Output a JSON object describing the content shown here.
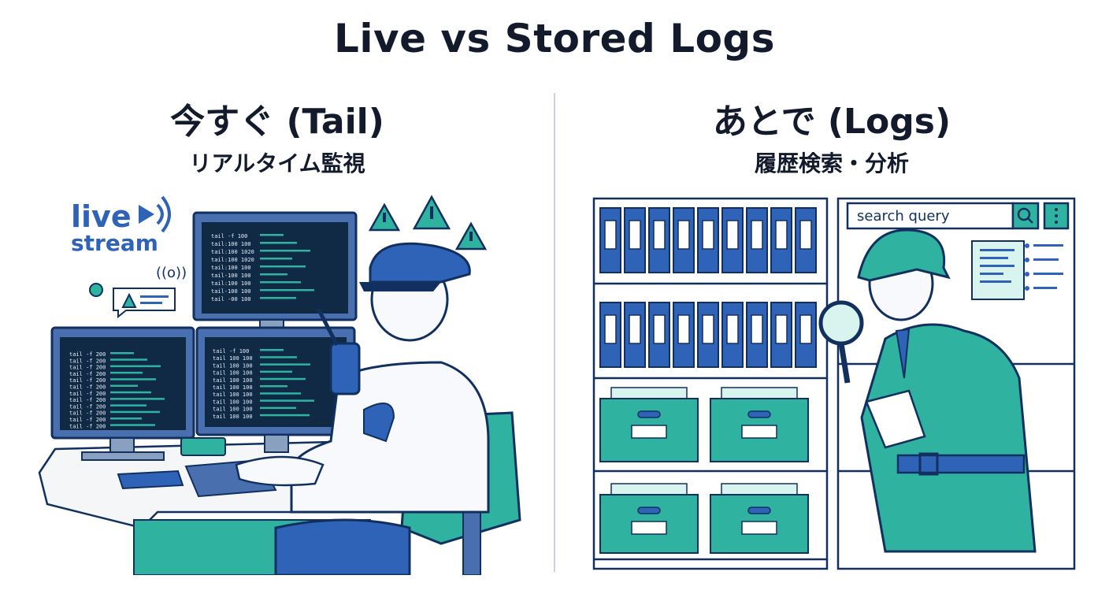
{
  "title": "Live vs Stored Logs",
  "left": {
    "heading": "今すぐ (Tail)",
    "subheading": "リアルタイム監視",
    "badge_line1": "live",
    "badge_line2": "stream",
    "terminal_top_lines": [
      "tail -f 100",
      "tail:100 100",
      "tail:100 1020",
      "tail:100 1020",
      "tail:100 100",
      "tail-100 100",
      "tail:100 100",
      "tail-100 100",
      "tail -00 100"
    ],
    "terminal_left_lines": [
      "tail -f 200",
      "tail -f 200",
      "tail -f 200",
      "tail -f 200",
      "tail -f 200",
      "tail -f 200",
      "tail -f 200",
      "tail -f 200",
      "tail -f 200",
      "tail -f 200",
      "tail -f 200",
      "tail -f 200"
    ],
    "terminal_right_lines": [
      "tail -f 100",
      "tail 100 100",
      "tail 100 100",
      "tail 100 100",
      "tail 100 100",
      "tail 100 100",
      "tail 100 100",
      "tail 100 100",
      "tail 100 100",
      "tail 100 100"
    ]
  },
  "right": {
    "heading": "あとで (Logs)",
    "subheading": "履歴検索・分析",
    "search_placeholder": "search query"
  },
  "colors": {
    "navy": "#12305f",
    "blue": "#2f63b8",
    "teal": "#2fb3a0",
    "mint": "#d9f3ee",
    "screen": "#102a46"
  }
}
